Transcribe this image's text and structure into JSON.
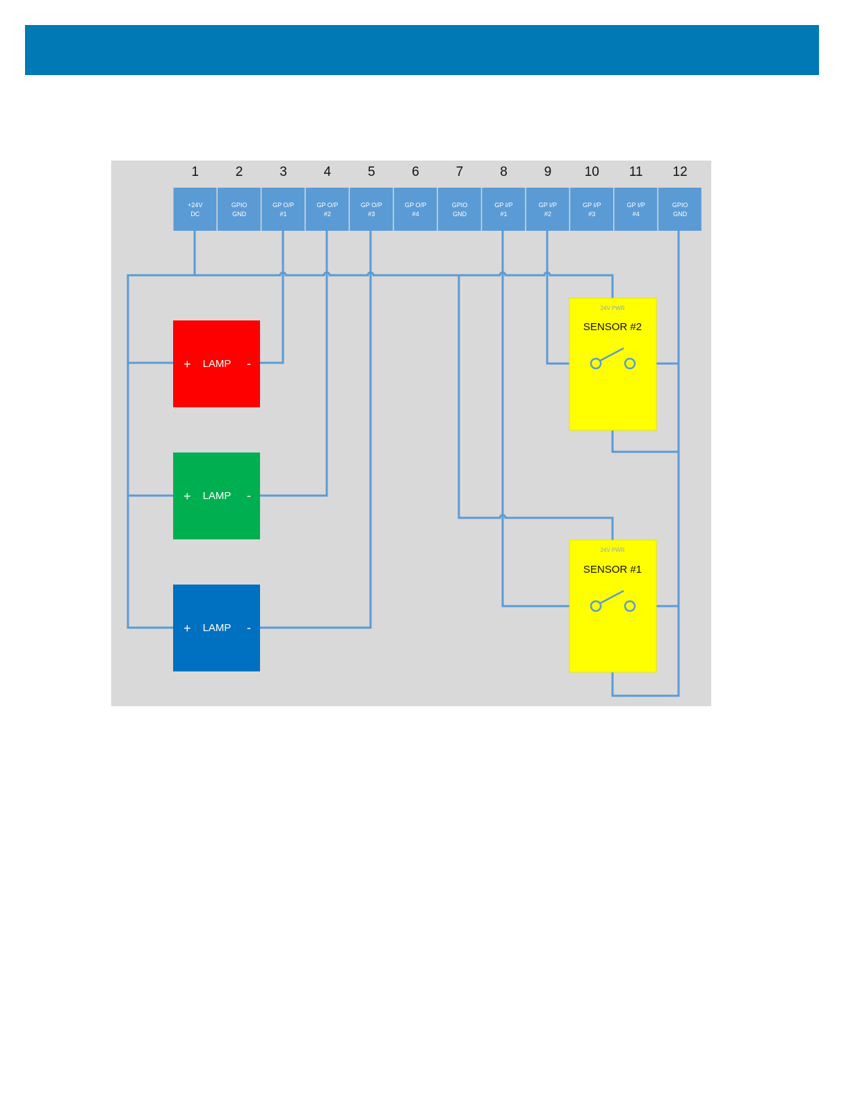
{
  "colors": {
    "header": "#0079b4",
    "diagram_bg": "#d9d9d9",
    "pin_fill": "#5b9bd5",
    "wire": "#5b9bd5",
    "lamp_red": "#ff0000",
    "lamp_green": "#00b050",
    "lamp_blue": "#0070c0",
    "sensor": "#ffff00"
  },
  "connector": {
    "pins": [
      {
        "num": "1",
        "line1": "+24V",
        "line2": "DC"
      },
      {
        "num": "2",
        "line1": "GPIO",
        "line2": "GND"
      },
      {
        "num": "3",
        "line1": "GP O/P",
        "line2": "#1"
      },
      {
        "num": "4",
        "line1": "GP O/P",
        "line2": "#2"
      },
      {
        "num": "5",
        "line1": "GP O/P",
        "line2": "#3"
      },
      {
        "num": "6",
        "line1": "GP O/P",
        "line2": "#4"
      },
      {
        "num": "7",
        "line1": "GPIO",
        "line2": "GND"
      },
      {
        "num": "8",
        "line1": "GP I/P",
        "line2": "#1"
      },
      {
        "num": "9",
        "line1": "GP I/P",
        "line2": "#2"
      },
      {
        "num": "10",
        "line1": "GP I/P",
        "line2": "#3"
      },
      {
        "num": "11",
        "line1": "GP I/P",
        "line2": "#4"
      },
      {
        "num": "12",
        "line1": "GPIO",
        "line2": "GND"
      }
    ]
  },
  "lamps": [
    {
      "id": "red",
      "label": "LAMP",
      "plus": "+",
      "minus": "-",
      "color": "#ff0000"
    },
    {
      "id": "green",
      "label": "LAMP",
      "plus": "+",
      "minus": "-",
      "color": "#00b050"
    },
    {
      "id": "blue",
      "label": "LAMP",
      "plus": "+",
      "minus": "-",
      "color": "#0070c0"
    }
  ],
  "sensors": [
    {
      "id": "sensor-2",
      "power": "24V PWR",
      "title": "SENSOR #2",
      "icon": "switch-open-icon"
    },
    {
      "id": "sensor-1",
      "power": "24V PWR",
      "title": "SENSOR #1",
      "icon": "switch-open-icon"
    }
  ]
}
